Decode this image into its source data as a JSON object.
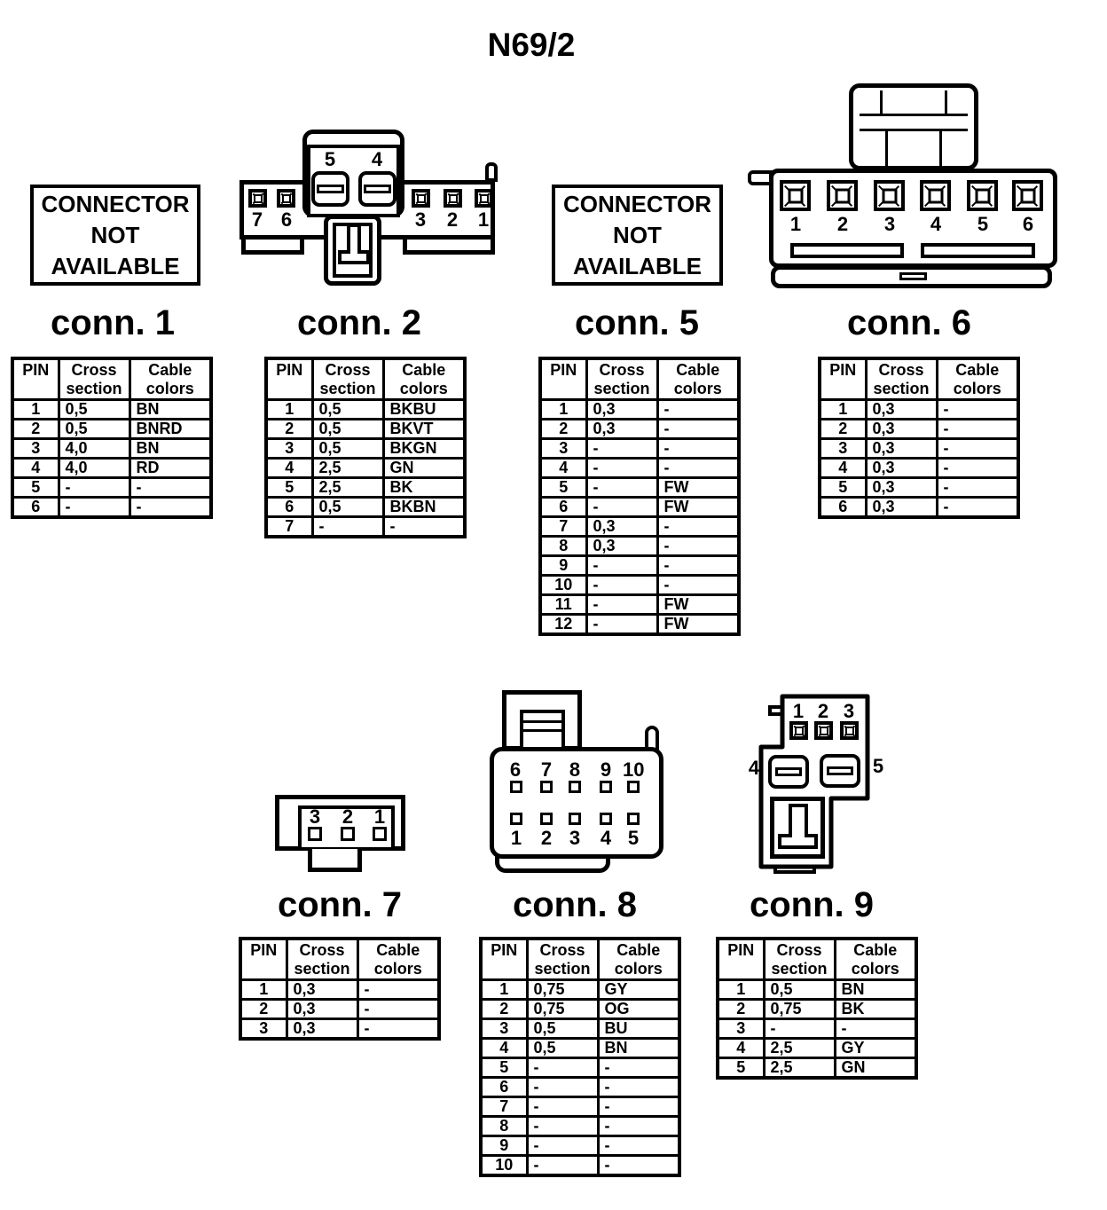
{
  "title": "N69/2",
  "colors": {
    "ink": "#000000",
    "paper": "#ffffff"
  },
  "labels": {
    "not_available": "CONNECTOR NOT AVAILABLE"
  },
  "headers": {
    "pin": "PIN",
    "cross": "Cross section",
    "colors": "Cable colors"
  },
  "connectors": {
    "c1": {
      "label": "conn. 1",
      "rows": [
        [
          "1",
          "0,5",
          "BN"
        ],
        [
          "2",
          "0,5",
          "BNRD"
        ],
        [
          "3",
          "4,0",
          "BN"
        ],
        [
          "4",
          "4,0",
          "RD"
        ],
        [
          "5",
          "-",
          "-"
        ],
        [
          "6",
          "-",
          "-"
        ]
      ]
    },
    "c2": {
      "label": "conn. 2",
      "pin_labels": [
        "5",
        "4",
        "7",
        "6",
        "3",
        "2",
        "1"
      ],
      "rows": [
        [
          "1",
          "0,5",
          "BKBU"
        ],
        [
          "2",
          "0,5",
          "BKVT"
        ],
        [
          "3",
          "0,5",
          "BKGN"
        ],
        [
          "4",
          "2,5",
          "GN"
        ],
        [
          "5",
          "2,5",
          "BK"
        ],
        [
          "6",
          "0,5",
          "BKBN"
        ],
        [
          "7",
          "-",
          "-"
        ]
      ]
    },
    "c5": {
      "label": "conn. 5",
      "rows": [
        [
          "1",
          "0,3",
          "-"
        ],
        [
          "2",
          "0,3",
          "-"
        ],
        [
          "3",
          "-",
          "-"
        ],
        [
          "4",
          "-",
          "-"
        ],
        [
          "5",
          "-",
          "FW"
        ],
        [
          "6",
          "-",
          "FW"
        ],
        [
          "7",
          "0,3",
          "-"
        ],
        [
          "8",
          "0,3",
          "-"
        ],
        [
          "9",
          "-",
          "-"
        ],
        [
          "10",
          "-",
          "-"
        ],
        [
          "11",
          "-",
          "FW"
        ],
        [
          "12",
          "-",
          "FW"
        ]
      ]
    },
    "c6": {
      "label": "conn. 6",
      "pin_labels": [
        "1",
        "2",
        "3",
        "4",
        "5",
        "6"
      ],
      "rows": [
        [
          "1",
          "0,3",
          "-"
        ],
        [
          "2",
          "0,3",
          "-"
        ],
        [
          "3",
          "0,3",
          "-"
        ],
        [
          "4",
          "0,3",
          "-"
        ],
        [
          "5",
          "0,3",
          "-"
        ],
        [
          "6",
          "0,3",
          "-"
        ]
      ]
    },
    "c7": {
      "label": "conn. 7",
      "pin_labels": [
        "3",
        "2",
        "1"
      ],
      "rows": [
        [
          "1",
          "0,3",
          "-"
        ],
        [
          "2",
          "0,3",
          "-"
        ],
        [
          "3",
          "0,3",
          "-"
        ]
      ]
    },
    "c8": {
      "label": "conn. 8",
      "pin_labels_top": [
        "6",
        "7",
        "8",
        "9",
        "10"
      ],
      "pin_labels_bottom": [
        "1",
        "2",
        "3",
        "4",
        "5"
      ],
      "rows": [
        [
          "1",
          "0,75",
          "GY"
        ],
        [
          "2",
          "0,75",
          "OG"
        ],
        [
          "3",
          "0,5",
          "BU"
        ],
        [
          "4",
          "0,5",
          "BN"
        ],
        [
          "5",
          "-",
          "-"
        ],
        [
          "6",
          "-",
          "-"
        ],
        [
          "7",
          "-",
          "-"
        ],
        [
          "8",
          "-",
          "-"
        ],
        [
          "9",
          "-",
          "-"
        ],
        [
          "10",
          "-",
          "-"
        ]
      ]
    },
    "c9": {
      "label": "conn. 9",
      "pin_labels_top": [
        "1",
        "2",
        "3"
      ],
      "pin_labels_side": [
        "4",
        "5"
      ],
      "rows": [
        [
          "1",
          "0,5",
          "BN"
        ],
        [
          "2",
          "0,75",
          "BK"
        ],
        [
          "3",
          "-",
          "-"
        ],
        [
          "4",
          "2,5",
          "GY"
        ],
        [
          "5",
          "2,5",
          "GN"
        ]
      ]
    }
  }
}
